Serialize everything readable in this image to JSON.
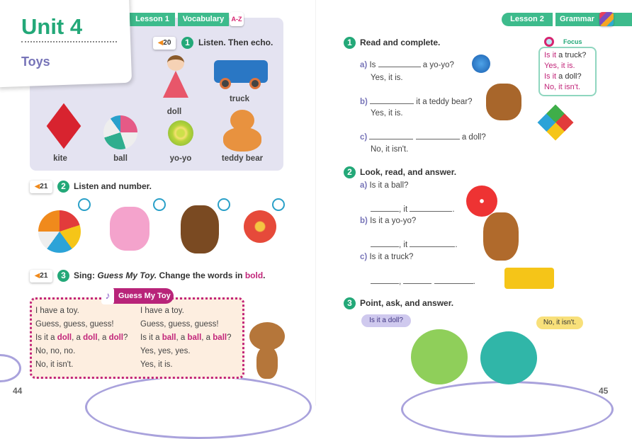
{
  "left_page": {
    "unit_title": "Unit 4",
    "unit_subtitle": "Toys",
    "tabs": {
      "lesson": "Lesson 1",
      "topic": "Vocabulary",
      "badge": "A-Z"
    },
    "ex1": {
      "audio": "20",
      "number": "1",
      "instruction": "Listen. Then echo.",
      "items": [
        "doll",
        "truck",
        "kite",
        "ball",
        "yo-yo",
        "teddy bear"
      ]
    },
    "ex2": {
      "audio": "21",
      "number": "2",
      "instruction": "Listen and number."
    },
    "ex3": {
      "audio": "21",
      "number": "3",
      "instruction_prefix": "Sing: ",
      "song_title_italic": "Guess My Toy.",
      "instruction_middle": " Change the words in ",
      "bold_word": "bold",
      "period": ".",
      "song": {
        "title": "Guess My Toy",
        "col1": {
          "l1": "I have a toy.",
          "l2": "Guess, guess, guess!",
          "l3a": "Is it a ",
          "w": "doll",
          "sep": ", a ",
          "end": "?",
          "l4": "No, no, no.",
          "l5": "No, it isn't."
        },
        "col2": {
          "l1": "I have a toy.",
          "l2": "Guess, guess, guess!",
          "l3a": "Is it a ",
          "w": "ball",
          "sep": ", a ",
          "end": "?",
          "l4": "Yes, yes, yes.",
          "l5": "Yes, it is."
        }
      }
    },
    "page_number": "44"
  },
  "right_page": {
    "tabs": {
      "lesson": "Lesson 2",
      "topic": "Grammar"
    },
    "ex1": {
      "number": "1",
      "instruction": "Read and complete.",
      "a": {
        "label": "a)",
        "pre": "Is",
        "post": "a yo-yo?",
        "answer": "Yes, it is."
      },
      "b": {
        "label": "b)",
        "post": "it a teddy bear?",
        "answer": "Yes, it is."
      },
      "c": {
        "label": "c)",
        "post": "a doll?",
        "answer": "No, it isn't."
      }
    },
    "focus": {
      "title": "Focus",
      "l1a": "Is it",
      "l1b": " a truck?",
      "l2": "Yes, it is.",
      "l3a": "Is it",
      "l3b": " a doll?",
      "l4": "No, it isn't."
    },
    "ex2": {
      "number": "2",
      "instruction": "Look, read, and answer.",
      "a": {
        "label": "a)",
        "q": "Is it a ball?",
        "ans": ", it"
      },
      "b": {
        "label": "b)",
        "q": "Is it a yo-yo?",
        "ans": ", it"
      },
      "c": {
        "label": "c)",
        "q": "Is it a truck?",
        "ans": ","
      }
    },
    "ex3": {
      "number": "3",
      "instruction": "Point, ask, and answer.",
      "bubble_q": "Is it a doll?",
      "bubble_a": "No, it isn't."
    },
    "page_number": "45"
  },
  "colors": {
    "green": "#3dbb8c",
    "purple": "#7774b8",
    "magenta": "#c2267a"
  }
}
